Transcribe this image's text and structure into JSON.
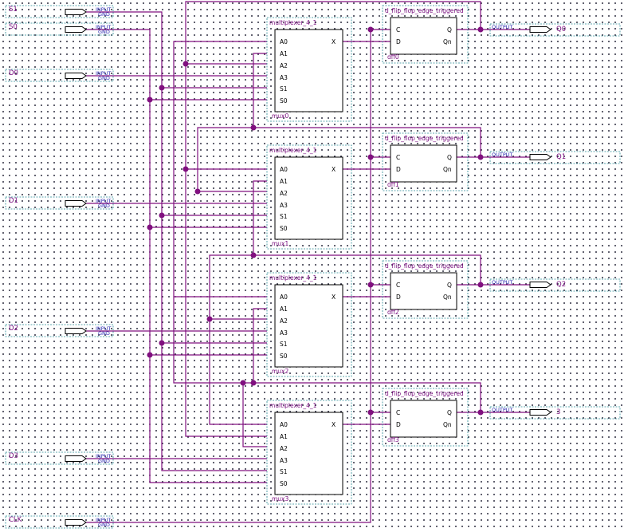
{
  "schematic": {
    "inputs": [
      {
        "name": "S1",
        "type_label": "INPUT",
        "default_label": "GND"
      },
      {
        "name": "S0",
        "type_label": "INPUT",
        "default_label": "GND"
      },
      {
        "name": "D0",
        "type_label": "INPUT",
        "default_label": "GND"
      },
      {
        "name": "D1",
        "type_label": "INPUT",
        "default_label": "GND"
      },
      {
        "name": "D2",
        "type_label": "INPUT",
        "default_label": "GND"
      },
      {
        "name": "D3",
        "type_label": "INPUT",
        "default_label": "GND"
      },
      {
        "name": "CLK",
        "type_label": "INPUT",
        "default_label": "GND"
      }
    ],
    "outputs": [
      {
        "name": "Q0",
        "type_label": "OUTPUT"
      },
      {
        "name": "Q1",
        "type_label": "OUTPUT"
      },
      {
        "name": "Q2",
        "type_label": "OUTPUT"
      },
      {
        "name": "3",
        "type_label": "OUTPUT"
      }
    ],
    "muxes": [
      {
        "type": "multiplexer_4_1",
        "instance": "mux0",
        "in_pins": [
          "A0",
          "A1",
          "A2",
          "A3",
          "S1",
          "S0"
        ],
        "out_pin": "X"
      },
      {
        "type": "multiplexer_4_1",
        "instance": "mux1",
        "in_pins": [
          "A0",
          "A1",
          "A2",
          "A3",
          "S1",
          "S0"
        ],
        "out_pin": "X"
      },
      {
        "type": "multiplexer_4_1",
        "instance": "mux2",
        "in_pins": [
          "A0",
          "A1",
          "A2",
          "A3",
          "S1",
          "S0"
        ],
        "out_pin": "X"
      },
      {
        "type": "multiplexer_4_1",
        "instance": "mux3",
        "in_pins": [
          "A0",
          "A1",
          "A2",
          "A3",
          "S1",
          "S0"
        ],
        "out_pin": "X"
      }
    ],
    "flipflops": [
      {
        "type": "d_flip_flop_edge_triggered",
        "instance": "dff0",
        "in_pins": [
          "C",
          "D"
        ],
        "out_pins": [
          "Q",
          "Qn"
        ]
      },
      {
        "type": "d_flip_flop_edge_triggered",
        "instance": "dff1",
        "in_pins": [
          "C",
          "D"
        ],
        "out_pins": [
          "Q",
          "Qn"
        ]
      },
      {
        "type": "d_flip_flop_edge_triggered",
        "instance": "dff2",
        "in_pins": [
          "C",
          "D"
        ],
        "out_pins": [
          "Q",
          "Qn"
        ]
      },
      {
        "type": "d_flip_flop_edge_triggered",
        "instance": "dff3",
        "in_pins": [
          "C",
          "D"
        ],
        "out_pins": [
          "Q",
          "Qn"
        ]
      }
    ],
    "colors": {
      "wire": "#80107f",
      "label": "#7a1080",
      "pin_label": "#2a2ab0",
      "symbol_outline": "#2a8a95",
      "grid": "#1a1a2e"
    }
  }
}
